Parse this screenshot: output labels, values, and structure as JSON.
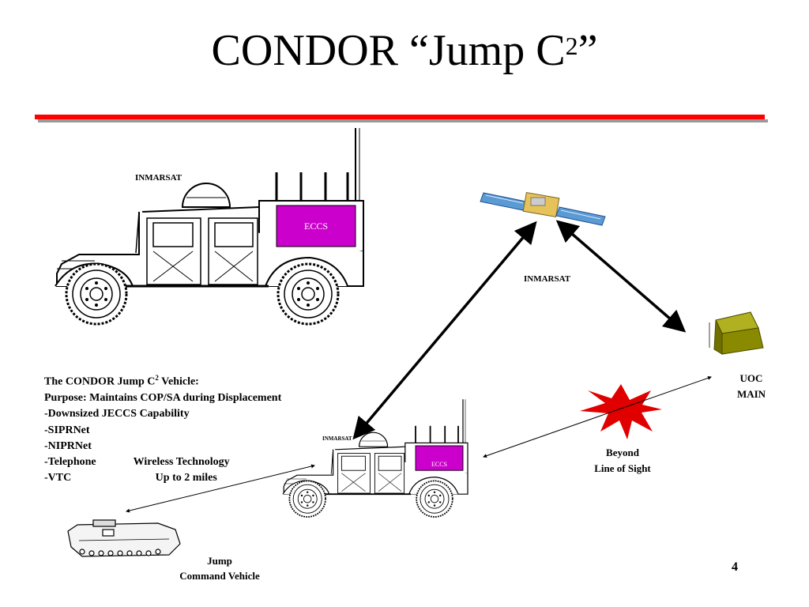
{
  "slide": {
    "title_main": "CONDOR “Jump C",
    "title_sup": "2",
    "title_end": "”",
    "page_number": "4"
  },
  "humvee_large": {
    "antenna_label": "INMARSAT",
    "box_label": "ECCS"
  },
  "humvee_small": {
    "antenna_label": "INMARSAT",
    "box_label": "ECCS"
  },
  "satellite": {
    "label": "INMARSAT"
  },
  "uoc": {
    "line1": "UOC",
    "line2": "MAIN"
  },
  "blos": {
    "line1": "Beyond",
    "line2": "Line of Sight"
  },
  "jump_vehicle": {
    "line1": "Jump",
    "line2": "Command Vehicle"
  },
  "description": {
    "heading_pre": "The CONDOR Jump C",
    "heading_sup": "2",
    "heading_post": " Vehicle:",
    "purpose": "Purpose: Maintains COP/SA during Displacement",
    "items": [
      "Downsized JECCS Capability",
      "SIPRNet",
      "NIPRNet",
      "Telephone",
      "VTC"
    ],
    "wireless_1": "Wireless Technology",
    "wireless_2": "Up to 2 miles"
  },
  "colors": {
    "rule_red": "#ff0000",
    "rule_gray": "#9a9a9a",
    "eccs_box": "#cc00cc",
    "starburst": "#e00000",
    "tent": "#8a8a00"
  }
}
